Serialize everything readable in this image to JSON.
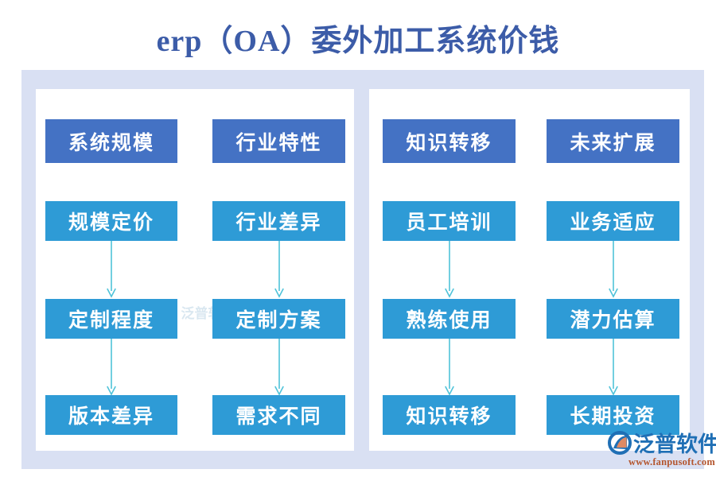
{
  "page": {
    "title": "erp（OA）委外加工系统价钱",
    "background_color": "#ffffff",
    "frame_color": "#d9e0f3",
    "panel_color": "#ffffff",
    "header_box_color": "#4472c4",
    "sub_box_color": "#2e9bd6",
    "arrow_color": "#4fc3d9",
    "title_color": "#3c5ca8"
  },
  "panels": [
    {
      "name": "left-panel",
      "columns": [
        {
          "header": "系统规模",
          "steps": [
            "规模定价",
            "定制程度",
            "版本差异"
          ]
        },
        {
          "header": "行业特性",
          "steps": [
            "行业差异",
            "定制方案",
            "需求不同"
          ]
        }
      ]
    },
    {
      "name": "right-panel",
      "columns": [
        {
          "header": "知识转移",
          "steps": [
            "员工培训",
            "熟练使用",
            "知识转移"
          ]
        },
        {
          "header": "未来扩展",
          "steps": [
            "业务适应",
            "潜力估算",
            "长期投资"
          ]
        }
      ]
    }
  ],
  "boxes": {
    "l1_header": "系统规模",
    "l1_s1": "规模定价",
    "l1_s2": "定制程度",
    "l1_s3": "版本差异",
    "l2_header": "行业特性",
    "l2_s1": "行业差异",
    "l2_s2": "定制方案",
    "l2_s3": "需求不同",
    "r1_header": "知识转移",
    "r1_s1": "员工培训",
    "r1_s2": "熟练使用",
    "r1_s3": "知识转移",
    "r2_header": "未来扩展",
    "r2_s1": "业务适应",
    "r2_s2": "潜力估算",
    "r2_s3": "长期投资"
  },
  "watermark": {
    "text": "泛普软件"
  },
  "brand": {
    "name": "泛普软件",
    "url": "www.fanpusoft.com",
    "mark_circle_color": "#1f6fb5",
    "mark_swoosh_color": "#e08a63"
  }
}
